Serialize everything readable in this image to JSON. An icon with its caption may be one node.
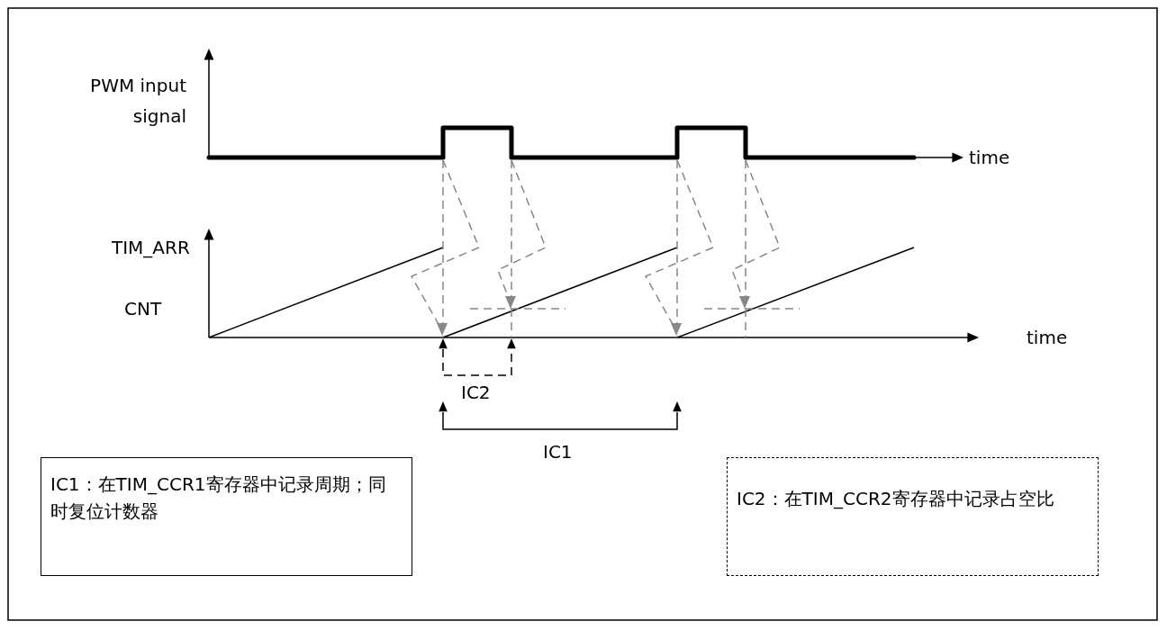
{
  "diagram": {
    "nodes": [
      {
        "text": [
          "IC1：在TIM_CCR1寄存器中记录周期；同时复位计数器"
        ]
      },
      {
        "text": [
          "IC2：在TIM_CCR2寄存器中记录占空比"
        ]
      }
    ],
    "labels": [
      "PWM input signal",
      "time",
      "TIM_ARR",
      "CNT",
      "time",
      "IC2",
      "IC1"
    ]
  }
}
